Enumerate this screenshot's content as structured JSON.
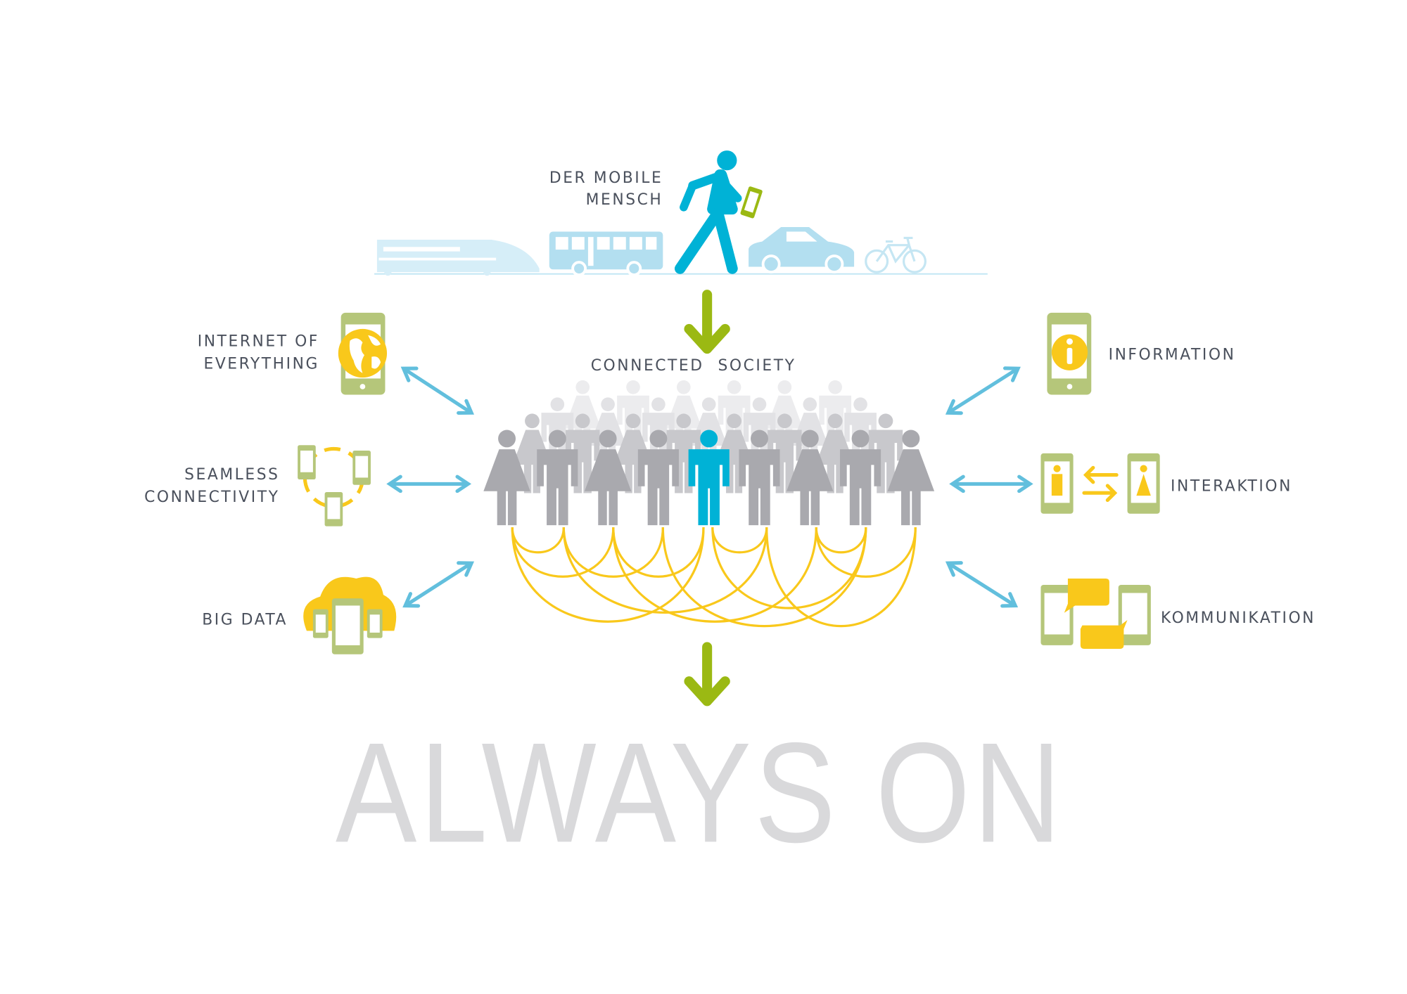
{
  "top": {
    "title_line1": "DER MOBILE",
    "title_line2": "MENSCH"
  },
  "center": {
    "label_left": "CONNECTED",
    "label_right": "SOCIETY"
  },
  "left_items": [
    {
      "line1": "INTERNET OF",
      "line2": "EVERYTHING",
      "icon": "globe-phone-icon"
    },
    {
      "line1": "SEAMLESS",
      "line2": "CONNECTIVITY",
      "icon": "connected-phones-cycle-icon"
    },
    {
      "line1": "BIG DATA",
      "icon": "cloud-devices-icon"
    }
  ],
  "right_items": [
    {
      "line1": "INFORMATION",
      "icon": "info-phone-icon"
    },
    {
      "line1": "INTERAKTION",
      "icon": "interaction-phones-icon"
    },
    {
      "line1": "KOMMUNIKATION",
      "icon": "chat-phones-icon"
    }
  ],
  "headline": "ALWAYS ON",
  "colors": {
    "blue": "#00b2d6",
    "green": "#9bb913",
    "phone": "#b5c67a",
    "yellow": "#f9c81b",
    "arrow": "#62bfdd",
    "text": "#4a505c",
    "headline": "#d9d9db"
  }
}
